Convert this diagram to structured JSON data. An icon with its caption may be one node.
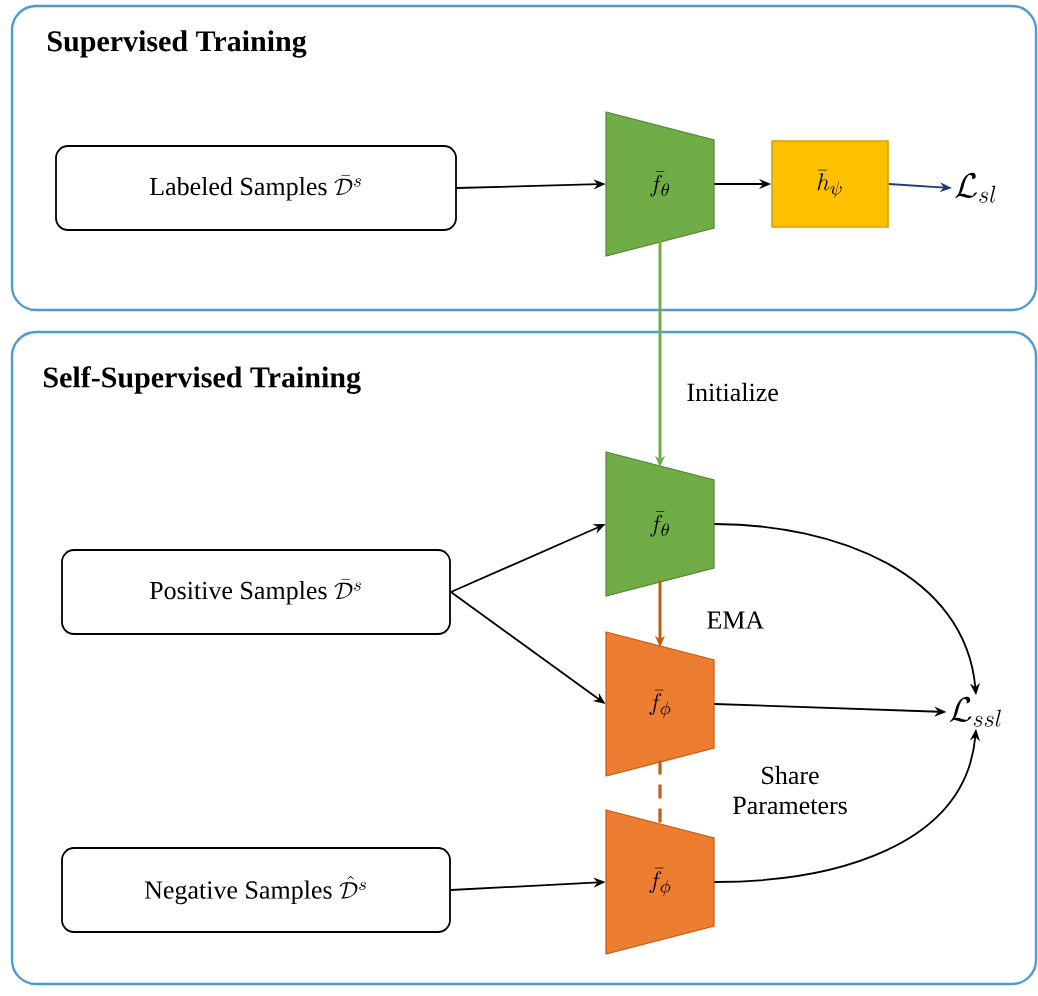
{
  "diagram": {
    "nodes": [
      {
        "text": [
          "Supervised Training"
        ]
      },
      {
        "text": [
          "Labeled Samples",
          "\\bar{\\mathcal{D}}^s"
        ],
        "in": 0
      },
      {
        "text": [
          "\\bar{f}_\\theta"
        ],
        "in": 0
      },
      {
        "text": [
          "\\bar{h}_\\psi"
        ],
        "in": 0
      },
      {
        "text": [
          "\\mathcal{L}_{sl}"
        ],
        "in": 0
      },
      {
        "text": [
          "Self-Supervised Training"
        ]
      },
      {
        "text": [
          "\\bar{f}_\\theta"
        ],
        "in": 5
      },
      {
        "text": [
          "Positive Samples",
          "\\bar{\\mathcal{D}}^s"
        ],
        "in": 5
      },
      {
        "text": [
          "\\bar{f}_\\phi"
        ],
        "in": 5
      },
      {
        "text": [
          "\\mathcal{L}_{ssl}"
        ],
        "in": 5
      },
      {
        "text": [
          "Negative Samples",
          "\\hat{\\mathcal{D}}^s"
        ],
        "in": 5
      },
      {
        "text": [
          "\\bar{f}_\\phi"
        ],
        "in": 5
      }
    ],
    "edges": [
      {
        "from": 1,
        "to": 2,
        "arrow": "to"
      },
      {
        "from": 2,
        "to": 3,
        "arrow": "to"
      },
      {
        "from": 3,
        "to": 4,
        "arrow": "to",
        "color": "#1f3a7a"
      },
      {
        "from": 2,
        "to": 6,
        "arrow": "to",
        "label": "Initialize",
        "color": "#70ad47"
      },
      {
        "from": 7,
        "to": 6,
        "arrow": "to"
      },
      {
        "from": 7,
        "to": 8,
        "arrow": "to"
      },
      {
        "from": 6,
        "to": 8,
        "arrow": "to",
        "label": "EMA",
        "color": "#c55a11"
      },
      {
        "from": 6,
        "to": 9,
        "arrow": "to"
      },
      {
        "from": 8,
        "to": 9,
        "arrow": "to"
      },
      {
        "from": 8,
        "to": 11,
        "arrow": "none",
        "label": "Share Parameters",
        "style": "dashed",
        "color": "#c55a11"
      },
      {
        "from": 10,
        "to": 11,
        "arrow": "to"
      },
      {
        "from": 11,
        "to": 9,
        "arrow": "to"
      }
    ]
  }
}
